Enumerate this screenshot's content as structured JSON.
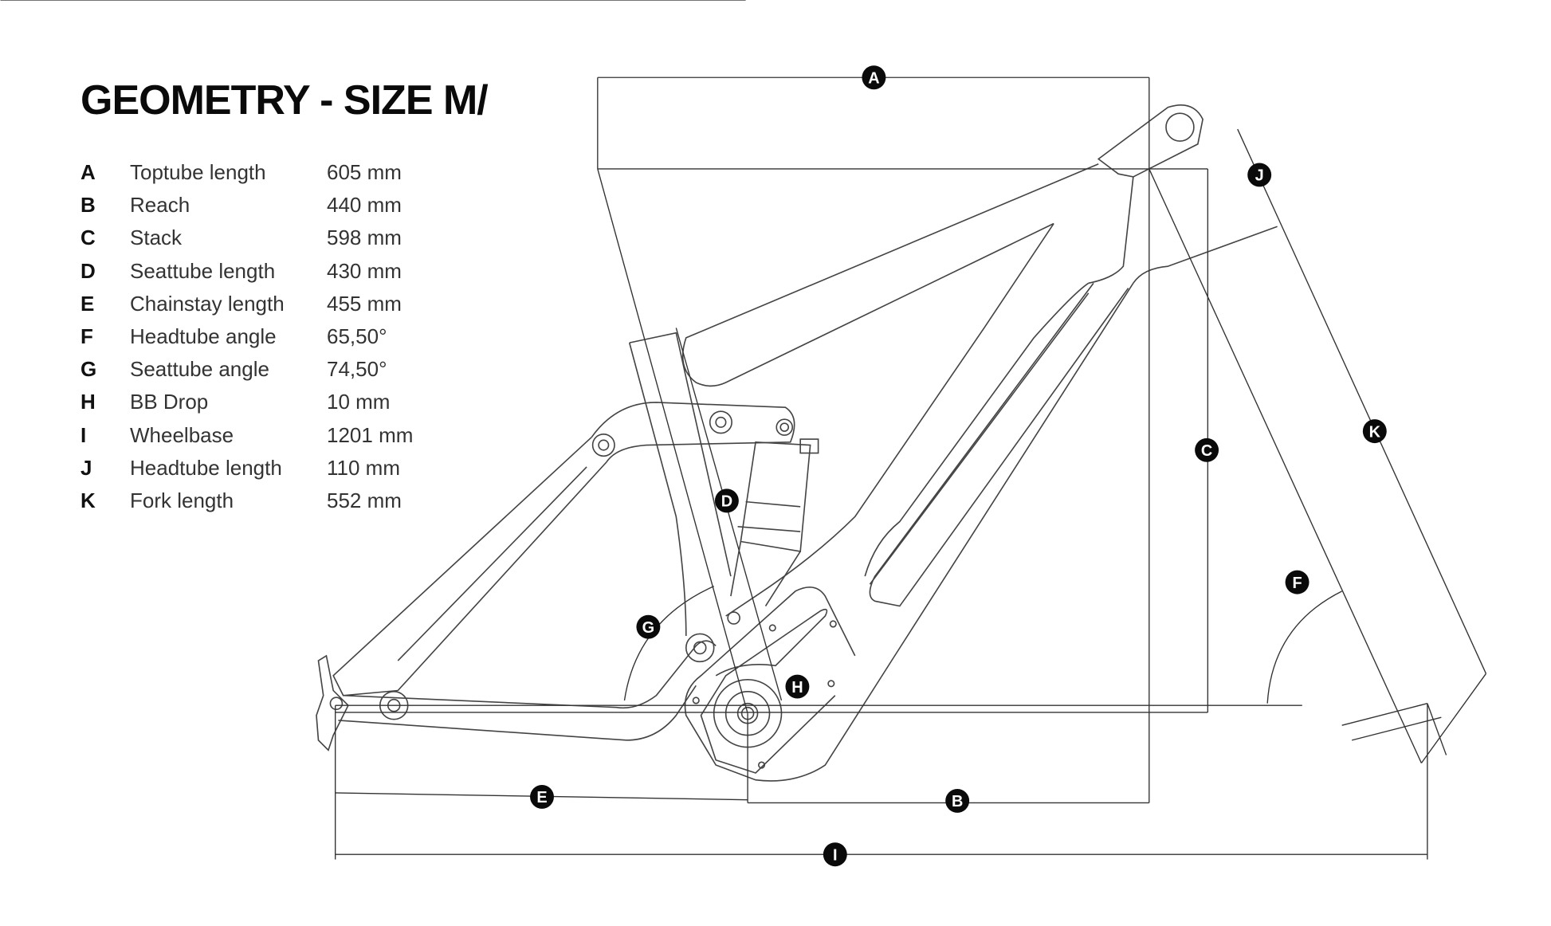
{
  "title": "GEOMETRY - SIZE M/",
  "specs": [
    {
      "key": "A",
      "name": "Toptube length",
      "value": "605 mm"
    },
    {
      "key": "B",
      "name": "Reach",
      "value": "440 mm"
    },
    {
      "key": "C",
      "name": "Stack",
      "value": "598 mm"
    },
    {
      "key": "D",
      "name": "Seattube length",
      "value": "430 mm"
    },
    {
      "key": "E",
      "name": "Chainstay length",
      "value": "455 mm"
    },
    {
      "key": "F",
      "name": "Headtube angle",
      "value": "65,50°"
    },
    {
      "key": "G",
      "name": "Seattube angle",
      "value": "74,50°"
    },
    {
      "key": "H",
      "name": "BB Drop",
      "value": "10 mm"
    },
    {
      "key": "I",
      "name": "Wheelbase",
      "value": "1201 mm"
    },
    {
      "key": "J",
      "name": "Headtube length",
      "value": "110 mm"
    },
    {
      "key": "K",
      "name": "Fork length",
      "value": "552 mm"
    }
  ]
}
